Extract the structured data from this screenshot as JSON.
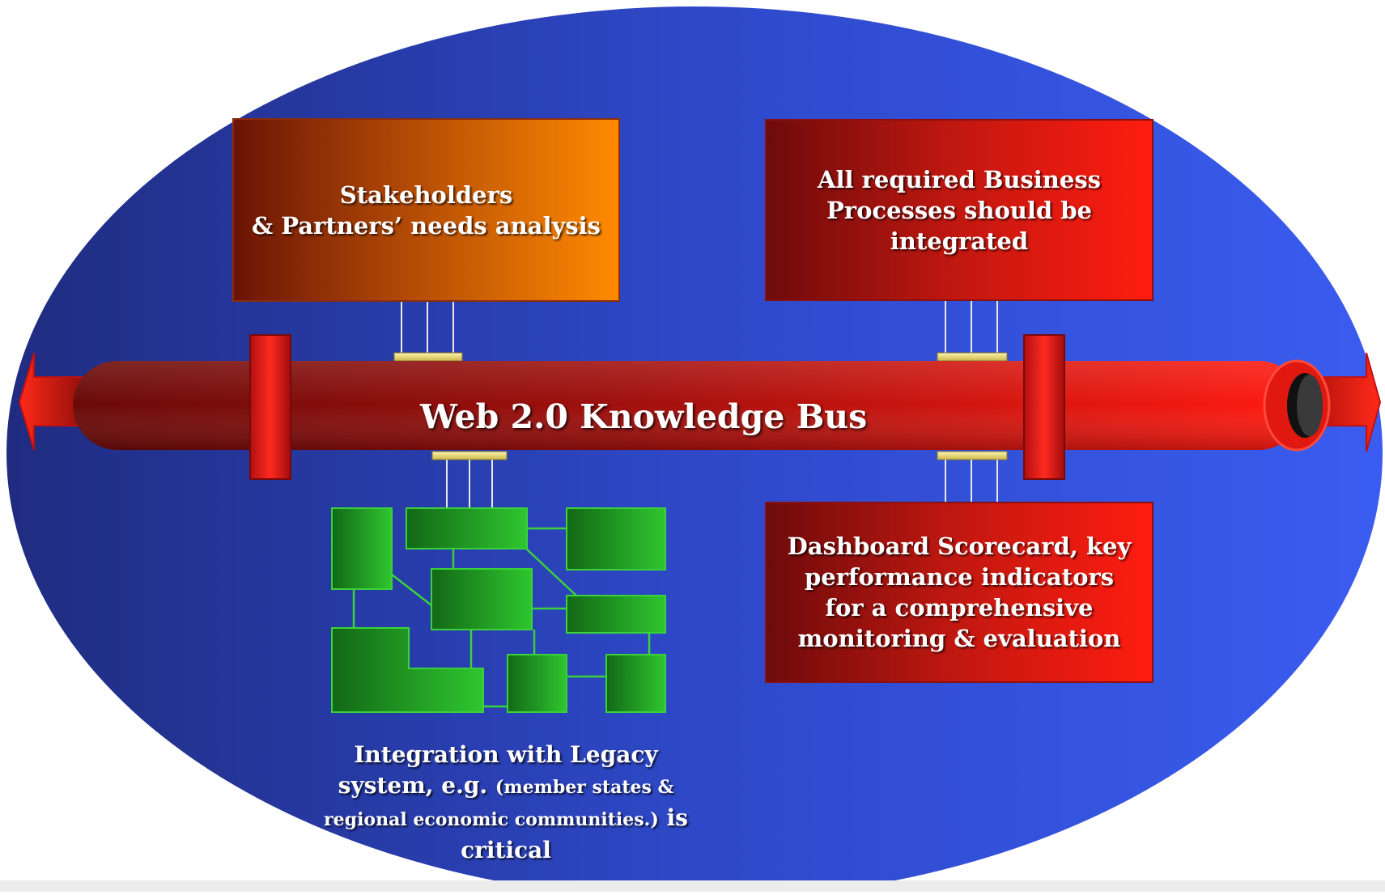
{
  "colors": {
    "ellipse_dark": "#1f2c80",
    "ellipse_light": "#3a5cf0",
    "bus_red": "#e01a10",
    "legacy_green": "#2ec42e"
  },
  "boxes": {
    "stakeholders": "Stakeholders\n& Partners’ needs analysis",
    "business_processes": "All required Business\nProcesses should be\nintegrated",
    "dashboard": "Dashboard Scorecard, key\nperformance indicators\nfor a comprehensive\nmonitoring & evaluation"
  },
  "bus": {
    "label": "Web 2.0 Knowledge Bus"
  },
  "legacy": {
    "line1": "Integration with Legacy",
    "line2_main": "system, e.g.",
    "line2_small": "(member states &",
    "line3_small": "regional economic communities.)",
    "line3_main": "is",
    "line4": "critical"
  }
}
